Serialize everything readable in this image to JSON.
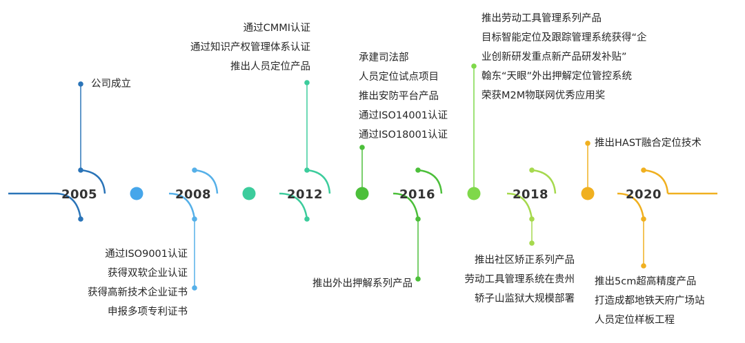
{
  "colors": {
    "blue": "#2a74b8",
    "lightblue": "#56b0e8",
    "teal": "#3ccc9c",
    "green": "#4cbf3a",
    "lightgreen": "#7fd84a",
    "yellowgreen": "#b5dc4e",
    "orange": "#f0b020",
    "text": "#262626"
  },
  "years": [
    "2005",
    "2008",
    "2012",
    "2016",
    "2018",
    "2020"
  ],
  "events": {
    "e2005_top": [
      "公司成立"
    ],
    "e2008_bottom": [
      "通过ISO9001认证",
      "获得双软企业认证",
      "获得高新技术企业证书",
      "申报多项专利证书"
    ],
    "e2012_top": [
      "通过CMMI认证",
      "通过知识产权管理体系认证",
      "推出人员定位产品"
    ],
    "e2016_top": [
      "承建司法部",
      "人员定位试点项目",
      "推出安防平台产品",
      "通过ISO14001认证",
      "通过ISO18001认证"
    ],
    "e2016_bottom": [
      "推出外出押解系列产品"
    ],
    "e2018_top": [
      "推出劳动工具管理系列产品",
      "目标智能定位及跟踪管理系统获得“企",
      "业创新研发重点新产品研发补贴”",
      "翰东“天眼”外出押解定位管控系统",
      "荣获M2M物联网优秀应用奖"
    ],
    "e2018_bottom": [
      "推出社区矫正系列产品",
      "劳动工具管理系统在贵州",
      "轿子山监狱大规模部署"
    ],
    "e2020_top": [
      "推出HAST融合定位技术"
    ],
    "e2020_bottom": [
      "推出5cm超高精度产品",
      "打造成都地铁天府广场站",
      "人员定位样板工程"
    ]
  }
}
